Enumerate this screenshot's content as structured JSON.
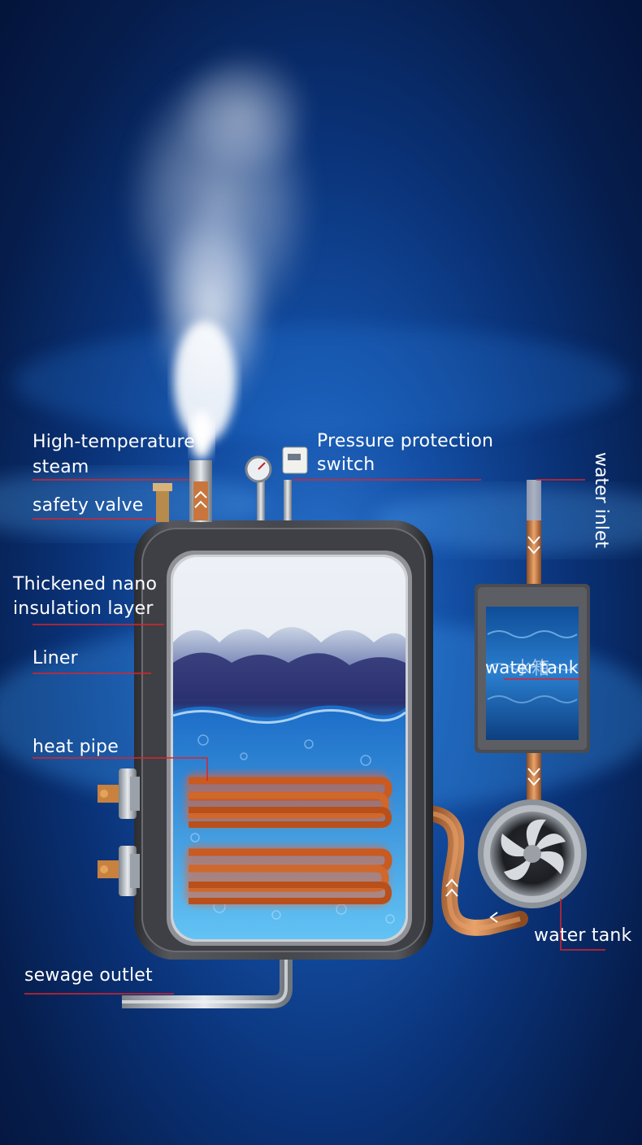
{
  "labels": {
    "steam_line1": "High-temperature",
    "steam_line2": "steam",
    "pressure_line1": "Pressure protection",
    "pressure_line2": "switch",
    "safety_valve": "safety valve",
    "insulation_line1": "Thickened nano",
    "insulation_line2": "insulation layer",
    "liner": "Liner",
    "heat_pipe": "heat pipe",
    "water_inlet": "water inlet",
    "tank_caption": "water tank",
    "tank_caption_cn": "水箱",
    "pump_caption": "water tank",
    "sewage_outlet": "sewage outlet"
  },
  "colors": {
    "leader_line": "#d9252a",
    "copper": "#c8763d",
    "boiler_body": "#3b3c40"
  }
}
